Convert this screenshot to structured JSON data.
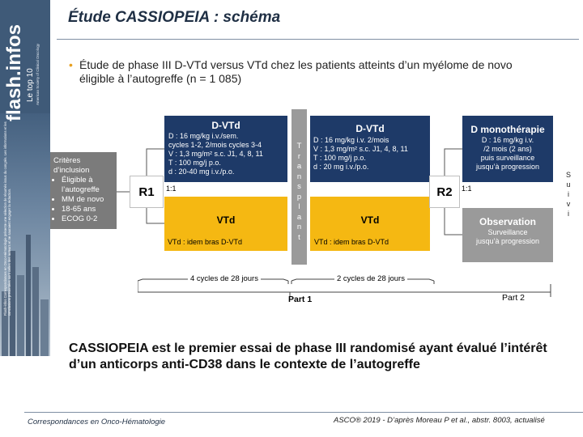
{
  "sidebar": {
    "brand": "flash.infos",
    "subtitle": "Le top 10",
    "society": "American Society of Clinical Oncology",
    "disclaimer": "Flash-infos Correspondances en Onco-Hématologie présente une sélection de résumés issus du congrès. Les informations et les conclusions présentées sont celles des auteurs et ne sauraient engager la rédaction.",
    "colors": {
      "banner": "#3f5a78"
    }
  },
  "slide": {
    "title": "Étude CASSIOPEIA : schéma",
    "intro": "Étude de phase III D-VTd versus VTd chez les patients atteints d’un myélome de novo éligible à l’autogreffe (n = 1 085)"
  },
  "diagram": {
    "criteria": {
      "heading": "Critères d’inclusion",
      "items": [
        "Éligible à l’autogreffe",
        "MM de novo",
        "18-65 ans",
        "ECOG 0-2"
      ]
    },
    "r1": {
      "label": "R1",
      "ratio": "1:1"
    },
    "dvtd_part1": {
      "title": "D-VTd",
      "lines": [
        "D : 16 mg/kg i.v./sem.",
        "cycles 1-2, 2/mois cycles 3-4",
        "V : 1,3 mg/m² s.c. J1, 4, 8, 11",
        "T : 100 mg/j p.o.",
        "d : 20-40 mg i.v./p.o."
      ]
    },
    "vtd_part1": {
      "title": "VTd",
      "detail": "VTd : idem bras D-VTd"
    },
    "transplant": {
      "letters": [
        "T",
        "r",
        "a",
        "n",
        "s",
        "p",
        "l",
        "a",
        "n",
        "t"
      ]
    },
    "dvtd_part2": {
      "title": "D-VTd",
      "lines": [
        "D : 16 mg/kg i.v. 2/mois",
        "V : 1,3 mg/m² s.c. J1, 4, 8, 11",
        "T : 100 mg/j p.o.",
        "d : 20 mg i.v./p.o."
      ]
    },
    "vtd_part2": {
      "title": "VTd",
      "detail": "VTd : idem bras D-VTd"
    },
    "r2": {
      "label": "R2",
      "ratio": "1:1"
    },
    "d_monotherapy": {
      "title": "D monothérapie",
      "lines": [
        "D : 16 mg/kg i.v.",
        "/2 mois (2 ans)",
        "puis surveillance",
        "jusqu’à progression"
      ]
    },
    "observation": {
      "title": "Observation",
      "lines": [
        "Surveillance",
        "jusqu’à progression"
      ]
    },
    "suivi": {
      "letters": [
        "S",
        "u",
        "i",
        "v",
        "i"
      ]
    },
    "timeline": {
      "part1_cycles": "4 cycles de 28 jours",
      "part2_cycles": "2 cycles de 28 jours",
      "part1_label": "Part 1",
      "part2_label": "Part 2"
    },
    "colors": {
      "navy": "#1e3a68",
      "gold": "#f5b812",
      "grey": "#9a9a9a",
      "criteria": "#7b7b7b"
    }
  },
  "conclusion": "CASSIOPEIA est le premier essai de phase III randomisé ayant évalué l’intérêt d’un anticorps anti-CD38 dans le contexte de l’autogreffe",
  "footer": {
    "left": "Correspondances en Onco-Hématologie",
    "right": "ASCO® 2019 - D’après Moreau P et al., abstr. 8003, actualisé"
  }
}
